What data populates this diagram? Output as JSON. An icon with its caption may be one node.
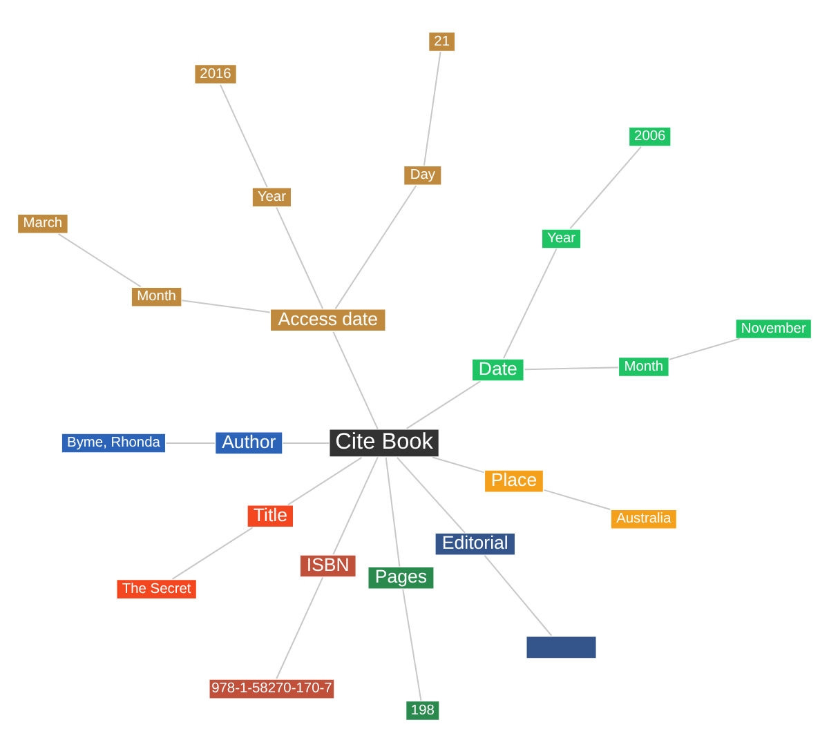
{
  "diagram": {
    "nodes": [
      {
        "text": [
          "Cite Book"
        ]
      },
      {
        "text": [
          "Date"
        ]
      },
      {
        "text": [
          "Month"
        ]
      },
      {
        "text": [
          "November"
        ]
      },
      {
        "text": [
          "Year"
        ]
      },
      {
        "text": [
          "2006"
        ]
      },
      {
        "text": [
          "Access date"
        ]
      },
      {
        "text": [
          "Day"
        ]
      },
      {
        "text": [
          "21"
        ]
      },
      {
        "text": [
          "Year"
        ]
      },
      {
        "text": [
          "2016"
        ]
      },
      {
        "text": [
          "Month"
        ]
      },
      {
        "text": [
          "March"
        ]
      },
      {
        "text": [
          "Author"
        ]
      },
      {
        "text": [
          "Byme, Rhonda"
        ]
      },
      {
        "text": [
          "Title"
        ]
      },
      {
        "text": [
          "The Secret"
        ]
      },
      {
        "text": [
          "ISBN"
        ]
      },
      {
        "text": [
          "978-1-58270-170-7"
        ]
      },
      {
        "text": [
          "Pages"
        ]
      },
      {
        "text": [
          "198"
        ]
      },
      {
        "text": [
          "Editorial"
        ]
      },
      {
        "text": [],
        "shape": "box"
      },
      {
        "text": [
          "Place"
        ]
      },
      {
        "text": [
          "Australia"
        ]
      }
    ],
    "edges": [
      {
        "from": 0,
        "to": 1,
        "arrow": "none"
      },
      {
        "from": 1,
        "to": 2,
        "arrow": "none"
      },
      {
        "from": 2,
        "to": 3,
        "arrow": "none"
      },
      {
        "from": 1,
        "to": 4,
        "arrow": "none"
      },
      {
        "from": 4,
        "to": 5,
        "arrow": "none"
      },
      {
        "from": 0,
        "to": 6,
        "arrow": "none"
      },
      {
        "from": 6,
        "to": 7,
        "arrow": "none"
      },
      {
        "from": 7,
        "to": 8,
        "arrow": "none"
      },
      {
        "from": 6,
        "to": 9,
        "arrow": "none"
      },
      {
        "from": 9,
        "to": 10,
        "arrow": "none"
      },
      {
        "from": 6,
        "to": 11,
        "arrow": "none"
      },
      {
        "from": 11,
        "to": 12,
        "arrow": "none"
      },
      {
        "from": 0,
        "to": 13,
        "arrow": "none"
      },
      {
        "from": 13,
        "to": 14,
        "arrow": "none"
      },
      {
        "from": 0,
        "to": 15,
        "arrow": "none"
      },
      {
        "from": 15,
        "to": 16,
        "arrow": "none"
      },
      {
        "from": 0,
        "to": 17,
        "arrow": "none"
      },
      {
        "from": 17,
        "to": 18,
        "arrow": "none"
      },
      {
        "from": 0,
        "to": 19,
        "arrow": "none"
      },
      {
        "from": 19,
        "to": 20,
        "arrow": "none"
      },
      {
        "from": 0,
        "to": 21,
        "arrow": "none"
      },
      {
        "from": 21,
        "to": 22,
        "arrow": "none"
      },
      {
        "from": 0,
        "to": 23,
        "arrow": "none"
      },
      {
        "from": 23,
        "to": 24,
        "arrow": "none"
      }
    ]
  }
}
